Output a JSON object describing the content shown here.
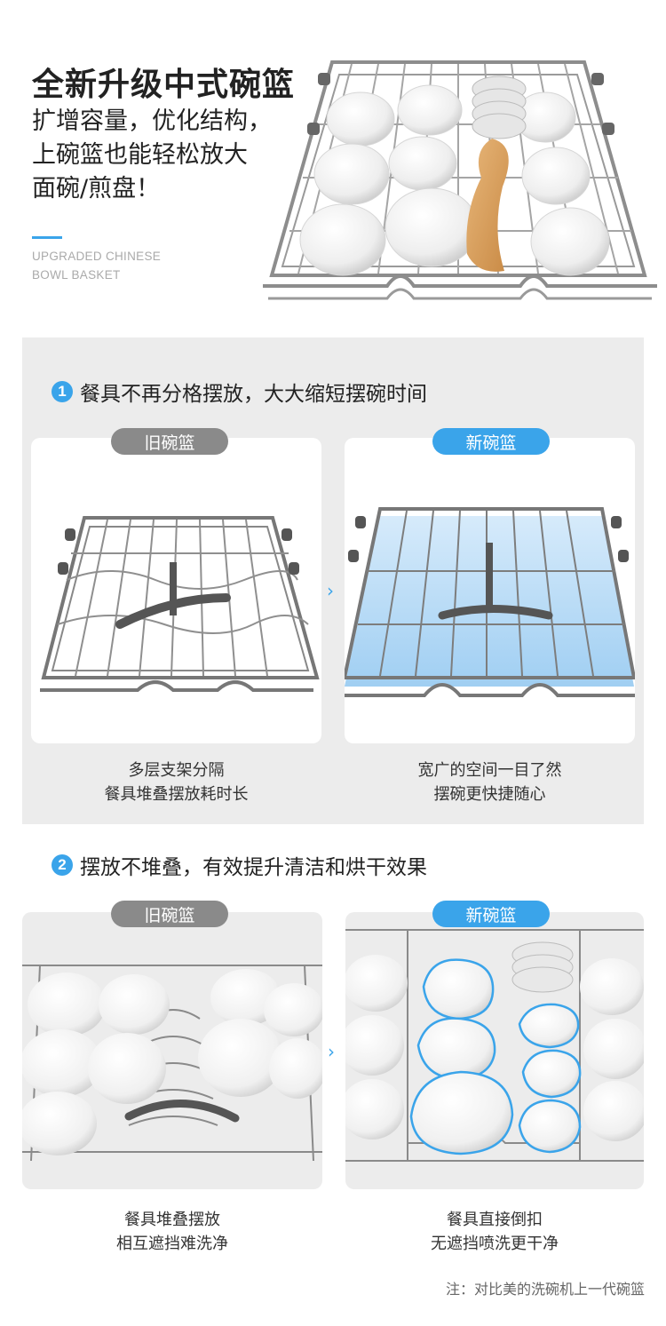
{
  "hero": {
    "title": "全新升级中式碗篮",
    "desc_lines": [
      "扩增容量，优化结构，",
      "上碗篮也能轻松放大",
      "面碗/煎盘！"
    ],
    "en_lines": [
      "UPGRADED CHINESE",
      "BOWL BASKET"
    ]
  },
  "section1": {
    "number": "1",
    "title": "餐具不再分格摆放，大大缩短摆碗时间",
    "old_label": "旧碗篮",
    "new_label": "新碗篮",
    "old_caption": [
      "多层支架分隔",
      "餐具堆叠摆放耗时长"
    ],
    "new_caption": [
      "宽广的空间一目了然",
      "摆碗更快捷随心"
    ]
  },
  "section2": {
    "number": "2",
    "title": "摆放不堆叠，有效提升清洁和烘干效果",
    "old_label": "旧碗篮",
    "new_label": "新碗篮",
    "old_caption": [
      "餐具堆叠摆放",
      "相互遮挡难洗净"
    ],
    "new_caption": [
      "餐具直接倒扣",
      "无遮挡喷洗更干净"
    ]
  },
  "chevron": "›",
  "footnote": "注：对比美的洗碗机上一代碗篮",
  "colors": {
    "accent": "#3aa4ea",
    "old_pill": "#8a8a8a",
    "panel_bg": "#ececec"
  }
}
